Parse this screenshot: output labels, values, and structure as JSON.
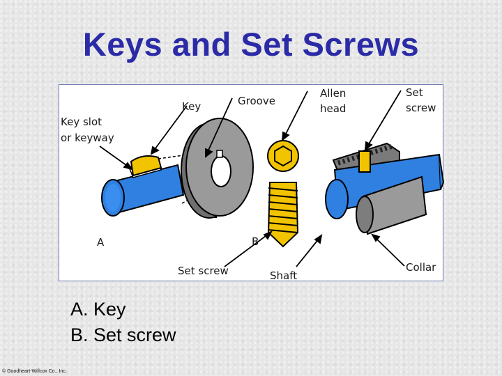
{
  "title": "Keys and Set Screws",
  "diagram": {
    "labels": {
      "key": "Key",
      "groove": "Groove",
      "allen_head_1": "Allen",
      "allen_head_2": "head",
      "set_screw_top_1": "Set",
      "set_screw_top_2": "screw",
      "key_slot_1": "Key slot",
      "key_slot_2": "or keyway",
      "part_a": "A",
      "part_b": "B",
      "set_screw_bottom": "Set screw",
      "shaft": "Shaft",
      "collar": "Collar"
    },
    "colors": {
      "shaft_blue": "#2f80e0",
      "collar_gray": "#8f8f8f",
      "screw_gold": "#f2c400"
    }
  },
  "captions": [
    "A. Key",
    "B. Set screw"
  ],
  "copyright": "© Goodheart-Willcox Co., Inc."
}
